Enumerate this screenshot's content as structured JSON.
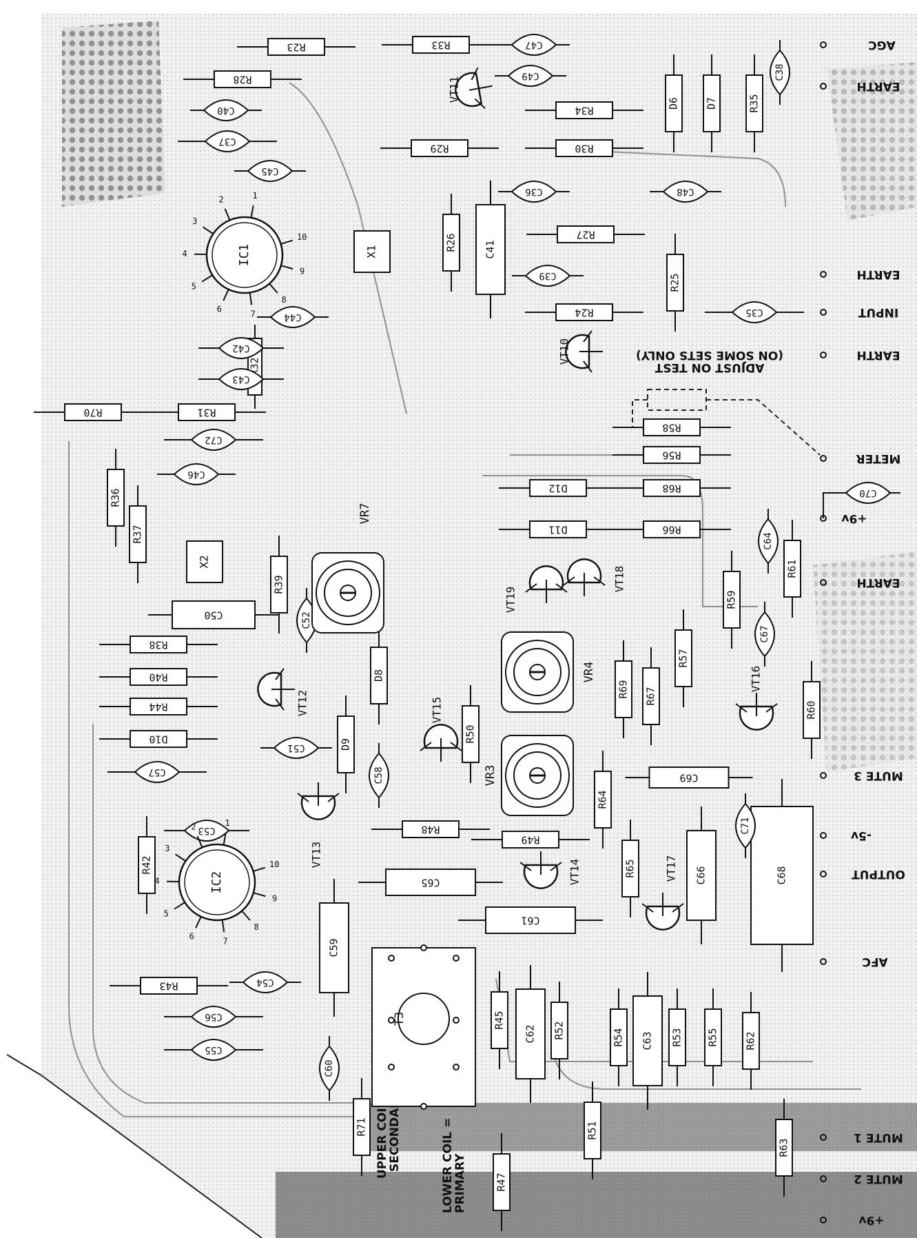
{
  "diagram": {
    "pads": [
      {
        "id": "pad-agc",
        "label": "AGC"
      },
      {
        "id": "pad-earth-1",
        "label": "EARTH"
      },
      {
        "id": "pad-earth-2",
        "label": "EARTH"
      },
      {
        "id": "pad-input",
        "label": "INPUT"
      },
      {
        "id": "pad-earth-3",
        "label": "EARTH"
      },
      {
        "id": "pad-meter",
        "label": "METER"
      },
      {
        "id": "pad-plus9v-1",
        "label": "+9v"
      },
      {
        "id": "pad-earth-4",
        "label": "EARTH"
      },
      {
        "id": "pad-mute-3",
        "label": "MUTE 3"
      },
      {
        "id": "pad-minus5v",
        "label": "-5v"
      },
      {
        "id": "pad-output",
        "label": "OUTPUT"
      },
      {
        "id": "pad-afc",
        "label": "AFC"
      },
      {
        "id": "pad-mute-1",
        "label": "MUTE 1"
      },
      {
        "id": "pad-mute-2",
        "label": "MUTE 2"
      },
      {
        "id": "pad-plus9v-2",
        "label": "+9v"
      }
    ],
    "notes": {
      "adjust": "ADJUST ON TEST",
      "sets": "(ON SOME SETS ONLY)",
      "upper_coil": "UPPER COIL =",
      "secondary": "SECONDARY",
      "lower_coil": "LOWER COIL =",
      "primary": "PRIMARY"
    },
    "ic_pins": [
      "1",
      "2",
      "3",
      "4",
      "5",
      "6",
      "7",
      "8",
      "9",
      "10"
    ],
    "components": [
      {
        "id": "r23",
        "label": "R23"
      },
      {
        "id": "r33",
        "label": "R33"
      },
      {
        "id": "r28",
        "label": "R28"
      },
      {
        "id": "r34",
        "label": "R34"
      },
      {
        "id": "r29",
        "label": "R29"
      },
      {
        "id": "r30",
        "label": "R30"
      },
      {
        "id": "r27",
        "label": "R27"
      },
      {
        "id": "r24",
        "label": "R24"
      },
      {
        "id": "r26",
        "label": "R26"
      },
      {
        "id": "r25",
        "label": "R25"
      },
      {
        "id": "r35",
        "label": "R35"
      },
      {
        "id": "r31",
        "label": "R31"
      },
      {
        "id": "r70",
        "label": "R70"
      },
      {
        "id": "r32",
        "label": "R32"
      },
      {
        "id": "r58",
        "label": "R58"
      },
      {
        "id": "r56",
        "label": "R56"
      },
      {
        "id": "r68",
        "label": "R68"
      },
      {
        "id": "r66",
        "label": "R66"
      },
      {
        "id": "r36",
        "label": "R36"
      },
      {
        "id": "r37",
        "label": "R37"
      },
      {
        "id": "r39",
        "label": "R39"
      },
      {
        "id": "r38",
        "label": "R38"
      },
      {
        "id": "r40",
        "label": "R40"
      },
      {
        "id": "r44",
        "label": "R44"
      },
      {
        "id": "r59",
        "label": "R59"
      },
      {
        "id": "r61",
        "label": "R61"
      },
      {
        "id": "r57",
        "label": "R57"
      },
      {
        "id": "r69",
        "label": "R69"
      },
      {
        "id": "r67",
        "label": "R67"
      },
      {
        "id": "r60",
        "label": "R60"
      },
      {
        "id": "r50",
        "label": "R50"
      },
      {
        "id": "r64",
        "label": "R64"
      },
      {
        "id": "r48",
        "label": "R48"
      },
      {
        "id": "r49",
        "label": "R49"
      },
      {
        "id": "r65",
        "label": "R65"
      },
      {
        "id": "r42",
        "label": "R42"
      },
      {
        "id": "r43",
        "label": "R43"
      },
      {
        "id": "r45",
        "label": "R45"
      },
      {
        "id": "r52",
        "label": "R52"
      },
      {
        "id": "r54",
        "label": "R54"
      },
      {
        "id": "r53",
        "label": "R53"
      },
      {
        "id": "r55",
        "label": "R55"
      },
      {
        "id": "r62",
        "label": "R62"
      },
      {
        "id": "r71",
        "label": "R71"
      },
      {
        "id": "r47",
        "label": "R47"
      },
      {
        "id": "r51",
        "label": "R51"
      },
      {
        "id": "r63",
        "label": "R63"
      },
      {
        "id": "c41",
        "label": "C41"
      },
      {
        "id": "c50",
        "label": "C50"
      },
      {
        "id": "c65",
        "label": "C65"
      },
      {
        "id": "c61",
        "label": "C61"
      },
      {
        "id": "c59",
        "label": "C59"
      },
      {
        "id": "c69",
        "label": "C69"
      },
      {
        "id": "c66",
        "label": "C66"
      },
      {
        "id": "c68",
        "label": "C68"
      },
      {
        "id": "c62",
        "label": "C62"
      },
      {
        "id": "c63",
        "label": "C63"
      },
      {
        "id": "c47",
        "label": "C47"
      },
      {
        "id": "c49",
        "label": "C49"
      },
      {
        "id": "c40",
        "label": "C40"
      },
      {
        "id": "c37",
        "label": "C37"
      },
      {
        "id": "c45",
        "label": "C45"
      },
      {
        "id": "c36",
        "label": "C36"
      },
      {
        "id": "c48",
        "label": "C48"
      },
      {
        "id": "c38",
        "label": "C38"
      },
      {
        "id": "c39",
        "label": "C39"
      },
      {
        "id": "c44",
        "label": "C44"
      },
      {
        "id": "c35",
        "label": "C35"
      },
      {
        "id": "c42",
        "label": "C42"
      },
      {
        "id": "c43",
        "label": "C43"
      },
      {
        "id": "c72",
        "label": "C72"
      },
      {
        "id": "c46",
        "label": "C46"
      },
      {
        "id": "c70",
        "label": "C70"
      },
      {
        "id": "c64",
        "label": "C64"
      },
      {
        "id": "c52",
        "label": "C52"
      },
      {
        "id": "c67",
        "label": "C67"
      },
      {
        "id": "c51",
        "label": "C51"
      },
      {
        "id": "c58",
        "label": "C58"
      },
      {
        "id": "c57",
        "label": "C57"
      },
      {
        "id": "c53",
        "label": "C53"
      },
      {
        "id": "c71",
        "label": "C71"
      },
      {
        "id": "c54",
        "label": "C54"
      },
      {
        "id": "c56",
        "label": "C56"
      },
      {
        "id": "c55",
        "label": "C55"
      },
      {
        "id": "c60",
        "label": "C60"
      },
      {
        "id": "d6",
        "label": "D6"
      },
      {
        "id": "d7",
        "label": "D7"
      },
      {
        "id": "d12",
        "label": "D12"
      },
      {
        "id": "d11",
        "label": "D11"
      },
      {
        "id": "d8",
        "label": "D8"
      },
      {
        "id": "d10",
        "label": "D10"
      },
      {
        "id": "d9",
        "label": "D9"
      },
      {
        "id": "x1",
        "label": "X1"
      },
      {
        "id": "x2",
        "label": "X2"
      },
      {
        "id": "ic1",
        "label": "IC1"
      },
      {
        "id": "ic2",
        "label": "IC2"
      },
      {
        "id": "vt11",
        "label": "VT11"
      },
      {
        "id": "vt10",
        "label": "VT10"
      },
      {
        "id": "vt19",
        "label": "VT19"
      },
      {
        "id": "vt18",
        "label": "VT18"
      },
      {
        "id": "vt12",
        "label": "VT12"
      },
      {
        "id": "vt15",
        "label": "VT15"
      },
      {
        "id": "vt16",
        "label": "VT16"
      },
      {
        "id": "vt13",
        "label": "VT13"
      },
      {
        "id": "vt14",
        "label": "VT14"
      },
      {
        "id": "vt17",
        "label": "VT17"
      },
      {
        "id": "vr7",
        "label": "VR7"
      },
      {
        "id": "vr4",
        "label": "VR4"
      },
      {
        "id": "vr3",
        "label": "VR3"
      },
      {
        "id": "t3",
        "label": "T3"
      }
    ]
  }
}
